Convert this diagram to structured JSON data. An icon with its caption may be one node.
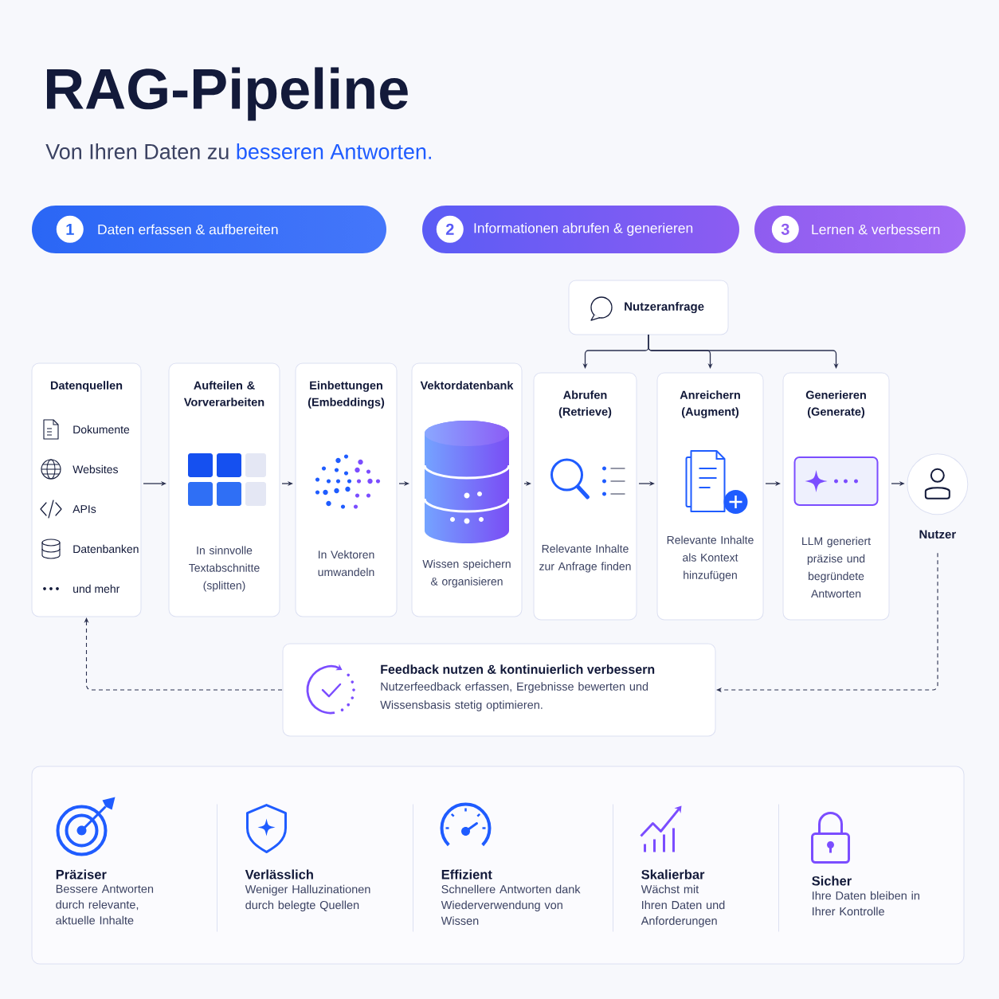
{
  "diagram": {
    "title": "RAG-Pipeline",
    "nodes": [
      {
        "text": [
          "1",
          "Daten erfassen & aufbereiten"
        ]
      },
      {
        "text": [
          "2",
          "Informationen abrufen & generieren"
        ]
      },
      {
        "text": [
          "3",
          "Lernen & verbessern"
        ]
      },
      {
        "text": [
          "Nutzeranfrage"
        ]
      },
      {
        "text": [
          "Datenquellen",
          "Dokumente",
          "Websites",
          "APIs",
          "Datenbanken",
          "und mehr"
        ]
      },
      {
        "text": [
          "Aufteilen & Vorverarbeiten",
          "In sinnvolle Textabschnitte (splitten)"
        ]
      },
      {
        "text": [
          "Einbettungen (Embeddings)",
          "In Vektoren umwandeln"
        ]
      },
      {
        "text": [
          "Vektordatenbank",
          "Wissen speichern & organisieren"
        ]
      },
      {
        "text": [
          "Abrufen (Retrieve)",
          "Relevante Inhalte zur Anfrage finden"
        ]
      },
      {
        "text": [
          "Anreichern (Augment)",
          "Relevante Inhalte als Kontext hinzufügen"
        ]
      },
      {
        "text": [
          "Generieren (Generate)",
          "LLM generiert präzise und begründete Antworten"
        ]
      },
      {
        "text": [],
        "shape": "circle",
        "beside": [
          "Nutzer"
        ]
      },
      {
        "text": [
          "Feedback nutzen & kontinuierlich verbessern",
          "Nutzerfeedback erfassen, Ergebnisse bewerten und Wissensbasis stetig optimieren."
        ]
      },
      {
        "text": [],
        "shape": "box"
      },
      {
        "text": [
          "Präziser",
          "Bessere Antworten durch relevante, aktuelle Inhalte"
        ],
        "in": 13
      },
      {
        "text": [
          "Verlässlich",
          "Weniger Halluzinationen durch belegte Quellen"
        ],
        "in": 13
      },
      {
        "text": [
          "Effizient",
          "Schnellere Antworten dank Wiederverwendung von Wissen"
        ],
        "in": 13
      },
      {
        "text": [
          "Skalierbar",
          "Wächst mit Ihren Daten und Anforderungen"
        ],
        "in": 13
      },
      {
        "text": [
          "Sicher",
          "Ihre Daten bleiben in Ihrer Kontrolle"
        ],
        "in": 13
      }
    ],
    "edges": [
      {
        "from": 4,
        "to": 5,
        "arrow": "to"
      },
      {
        "from": 5,
        "to": 6,
        "arrow": "to"
      },
      {
        "from": 6,
        "to": 7,
        "arrow": "to"
      },
      {
        "from": 7,
        "to": 8,
        "arrow": "to"
      },
      {
        "from": 3,
        "to": 8,
        "arrow": "to"
      },
      {
        "from": 3,
        "to": 9,
        "arrow": "to"
      },
      {
        "from": 3,
        "to": 10,
        "arrow": "to"
      },
      {
        "from": 8,
        "to": 9,
        "arrow": "to"
      },
      {
        "from": 9,
        "to": 10,
        "arrow": "to"
      },
      {
        "from": 10,
        "to": 11,
        "arrow": "to"
      },
      {
        "from": 11,
        "to": 12,
        "arrow": "to",
        "style": "dashed"
      },
      {
        "from": 12,
        "to": 4,
        "arrow": "to",
        "style": "dashed"
      }
    ],
    "labels": [
      "Von Ihren Daten zu",
      "besseren Antworten."
    ]
  }
}
